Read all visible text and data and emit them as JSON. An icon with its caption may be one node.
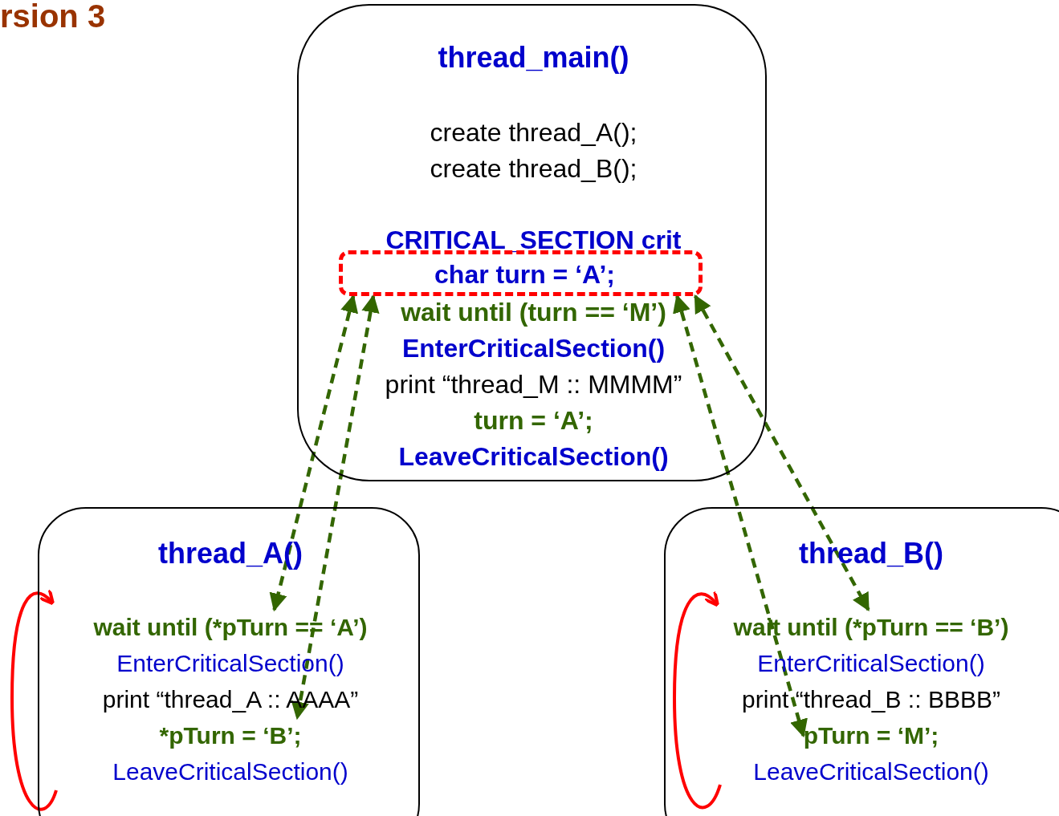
{
  "diagram": {
    "title": "rsion 3",
    "nodes": [
      {
        "text": [
          "thread_main()",
          "create thread_A(); create thread_B();",
          "CRITICAL_SECTION crit",
          "wait until (turn == ‘M’)",
          "EnterCriticalSection()",
          "print “thread_M :: MMMM”",
          "turn = ‘A’;",
          "LeaveCriticalSection()"
        ]
      },
      {
        "text": [
          "char turn = ‘A’;"
        ],
        "in": 0
      },
      {
        "text": [
          "thread_A()",
          "EnterCriticalSection()",
          "print “thread_A :: AAAA”",
          "LeaveCriticalSection()"
        ]
      },
      {
        "text": [
          "wait until (*pTurn == ‘A’)"
        ],
        "in": 2
      },
      {
        "text": [
          "*pTurn = ‘B’;"
        ],
        "in": 2
      },
      {
        "text": [
          "thread_B()",
          "EnterCriticalSection()",
          "print “thread_B :: BBBB”",
          "LeaveCriticalSection()"
        ]
      },
      {
        "text": [
          "wait until (*pTurn == ‘B’)"
        ],
        "in": 5
      },
      {
        "text": [
          "pTurn = ‘M’;"
        ],
        "in": 5
      }
    ],
    "edges": [
      {
        "from": 1,
        "to": 3,
        "arrow": "both",
        "style": "dashed",
        "color": "#336600"
      },
      {
        "from": 1,
        "to": 4,
        "arrow": "both",
        "style": "dashed",
        "color": "#336600"
      },
      {
        "from": 1,
        "to": 7,
        "arrow": "both",
        "style": "dashed",
        "color": "#336600"
      },
      {
        "from": 1,
        "to": 6,
        "arrow": "both",
        "style": "dashed",
        "color": "#336600"
      }
    ]
  }
}
